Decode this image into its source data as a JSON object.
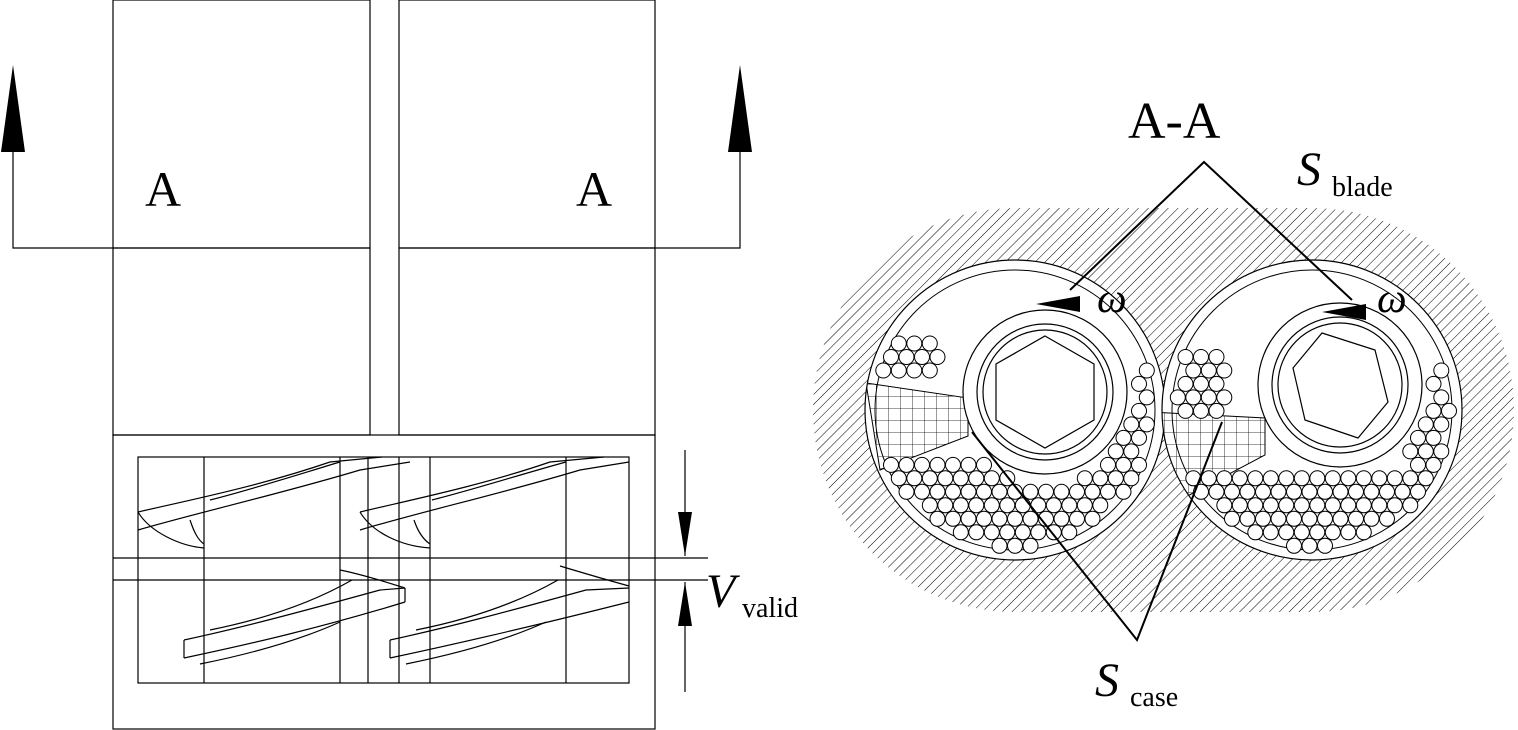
{
  "labels": {
    "section_mark_left": "A",
    "section_mark_right": "A",
    "section_title": "A-A",
    "blade_symbol": "S",
    "blade_subscript": "blade",
    "case_symbol": "S",
    "case_subscript": "case",
    "valid_symbol": "V",
    "valid_subscript": "valid",
    "omega_left": "ω",
    "omega_right": "ω"
  },
  "colors": {
    "line": "#000000",
    "background": "#ffffff"
  }
}
